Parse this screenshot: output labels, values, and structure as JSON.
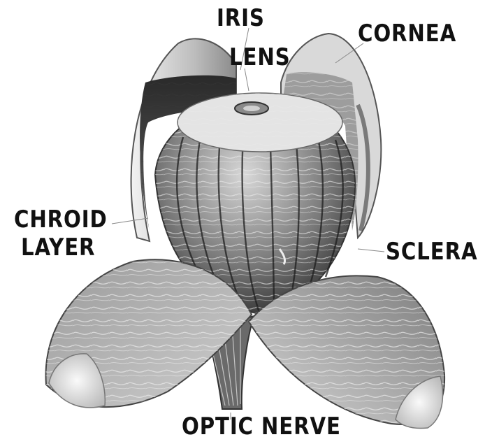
{
  "diagram": {
    "labels": {
      "iris": "IRIS",
      "lens": "LENS",
      "cornea": "CORNEA",
      "chroid_line1": "CHROID",
      "chroid_line2": "LAYER",
      "sclera": "SCLERA",
      "optic_nerve": "OPTIC NERVE"
    }
  }
}
